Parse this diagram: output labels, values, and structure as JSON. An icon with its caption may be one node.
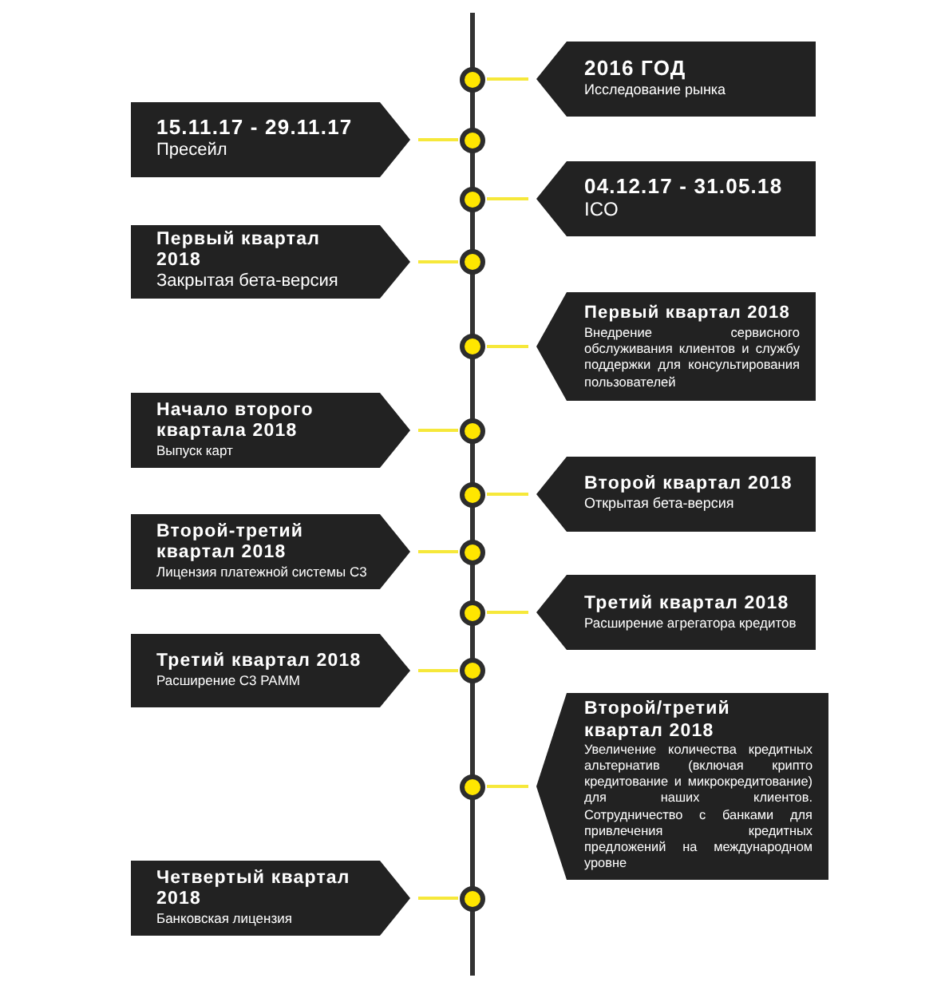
{
  "diagram": {
    "nodes": [
      {
        "text": [
          "2016 ГОД",
          "Исследование рынка"
        ]
      },
      {
        "text": [],
        "shape": "circle"
      },
      {
        "text": [
          "15.11.17 - 29.11.17",
          "Пресейл"
        ]
      },
      {
        "text": [],
        "shape": "circle"
      },
      {
        "text": [
          "04.12.17 - 31.05.18",
          "ICO"
        ]
      },
      {
        "text": [],
        "shape": "circle"
      },
      {
        "text": [
          "Первый квартал 2018",
          "Закрытая бета-версия"
        ]
      },
      {
        "text": [],
        "shape": "circle"
      },
      {
        "text": [
          "Первый квартал 2018",
          "Внедрение сервисного обслуживания клиентов и службу поддержки для консультирования пользователей"
        ]
      },
      {
        "text": [],
        "shape": "circle"
      },
      {
        "text": [
          "Начало второго квартала 2018",
          "Выпуск карт"
        ]
      },
      {
        "text": [],
        "shape": "circle"
      },
      {
        "text": [
          "Второй квартал 2018",
          "Открытая бета-версия"
        ]
      },
      {
        "text": [],
        "shape": "circle"
      },
      {
        "text": [
          "Второй-третий квартал 2018",
          "Лицензия платежной системы С3"
        ]
      },
      {
        "text": [],
        "shape": "circle"
      },
      {
        "text": [
          "Третий квартал 2018",
          "Расширение агрегатора кредитов"
        ]
      },
      {
        "text": [],
        "shape": "circle"
      },
      {
        "text": [
          "Третий квартал 2018",
          "Расширение С3 PAMM"
        ]
      },
      {
        "text": [],
        "shape": "circle"
      },
      {
        "text": [
          "Второй/третий квартал 2018",
          "Увеличение количества кредитных альтернатив (включая крипто кредитование и микрокредитование) для наших клиентов. Сотрудничество с банками для привлечения кредитных предложений на международном уровне"
        ]
      },
      {
        "text": [],
        "shape": "circle"
      },
      {
        "text": [
          "Четвертый квартал 2018",
          "Банковская лицензия"
        ]
      },
      {
        "text": [],
        "shape": "circle"
      }
    ],
    "edges": [
      {
        "from": 0,
        "to": 1,
        "arrow": "none"
      },
      {
        "from": 2,
        "to": 3,
        "arrow": "none"
      },
      {
        "from": 4,
        "to": 5,
        "arrow": "none"
      },
      {
        "from": 6,
        "to": 7,
        "arrow": "none"
      },
      {
        "from": 8,
        "to": 9,
        "arrow": "none"
      },
      {
        "from": 10,
        "to": 11,
        "arrow": "none"
      },
      {
        "from": 12,
        "to": 13,
        "arrow": "none"
      },
      {
        "from": 14,
        "to": 15,
        "arrow": "none"
      },
      {
        "from": 16,
        "to": 17,
        "arrow": "none"
      },
      {
        "from": 18,
        "to": 19,
        "arrow": "none"
      },
      {
        "from": 20,
        "to": 21,
        "arrow": "none"
      },
      {
        "from": 22,
        "to": 23,
        "arrow": "none"
      }
    ]
  }
}
